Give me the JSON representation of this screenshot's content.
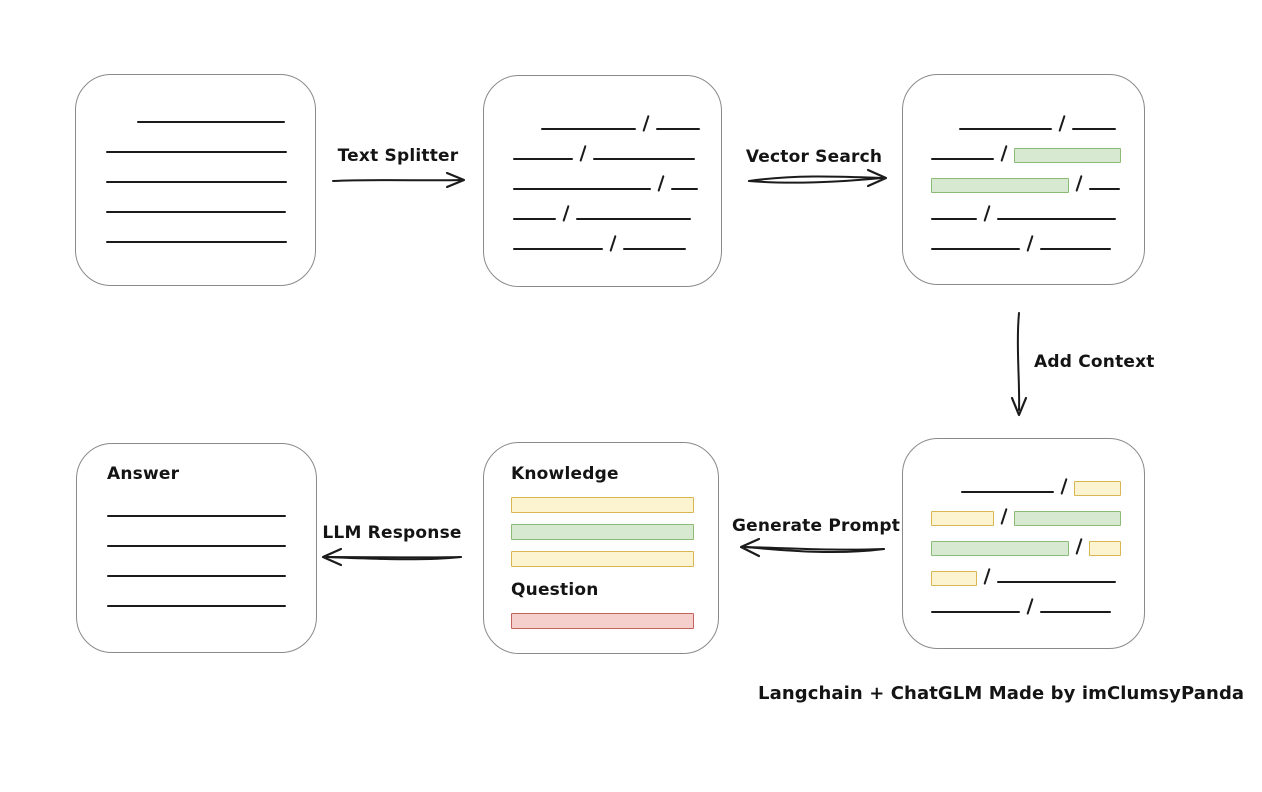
{
  "colors": {
    "box_border": "#8a8a8a",
    "line": "#1b1b1b",
    "green_fill": "#d8e9d2",
    "green_border": "#8cba77",
    "yellow_fill": "#fcf3d1",
    "yellow_border": "#d8b655",
    "red_fill": "#f5cfcb",
    "red_border": "#c2635e"
  },
  "labels": {
    "text_splitter": "Text Splitter",
    "vector_search": "Vector Search",
    "add_context": "Add Context",
    "generate_prompt": "Generate Prompt",
    "llm_response": "LLM Response",
    "knowledge": "Knowledge",
    "question": "Question",
    "answer": "Answer",
    "caption": "Langchain + ChatGLM Made by imClumsyPanda"
  },
  "boxes": {
    "document": {
      "rows": [
        {
          "indent": 31,
          "segs": [
            {
              "t": "line",
              "w": 148
            }
          ]
        },
        {
          "segs": [
            {
              "t": "line",
              "w": 181
            }
          ]
        },
        {
          "segs": [
            {
              "t": "line",
              "w": 181
            }
          ]
        },
        {
          "segs": [
            {
              "t": "line",
              "w": 180
            }
          ]
        },
        {
          "segs": [
            {
              "t": "line",
              "w": 181
            }
          ]
        }
      ]
    },
    "chunks": {
      "rows": [
        {
          "indent": 28,
          "segs": [
            {
              "t": "line",
              "w": 95
            },
            {
              "t": "slash"
            },
            {
              "t": "line",
              "w": 44
            }
          ]
        },
        {
          "segs": [
            {
              "t": "line",
              "w": 60
            },
            {
              "t": "slash"
            },
            {
              "t": "line",
              "w": 102
            }
          ]
        },
        {
          "segs": [
            {
              "t": "line",
              "w": 138
            },
            {
              "t": "slash"
            },
            {
              "t": "line",
              "w": 27
            }
          ]
        },
        {
          "segs": [
            {
              "t": "line",
              "w": 43
            },
            {
              "t": "slash"
            },
            {
              "t": "line",
              "w": 115
            }
          ]
        },
        {
          "segs": [
            {
              "t": "line",
              "w": 90
            },
            {
              "t": "slash"
            },
            {
              "t": "line",
              "w": 63
            }
          ]
        }
      ]
    },
    "retrieved": {
      "rows": [
        {
          "indent": 28,
          "segs": [
            {
              "t": "line",
              "w": 93
            },
            {
              "t": "slash"
            },
            {
              "t": "line",
              "w": 44
            }
          ]
        },
        {
          "segs": [
            {
              "t": "line",
              "w": 63
            },
            {
              "t": "slash"
            },
            {
              "t": "bar",
              "c": "green",
              "w": 107
            }
          ]
        },
        {
          "segs": [
            {
              "t": "bar",
              "c": "green",
              "w": 138
            },
            {
              "t": "slash"
            },
            {
              "t": "line",
              "w": 31
            }
          ]
        },
        {
          "segs": [
            {
              "t": "line",
              "w": 46
            },
            {
              "t": "slash"
            },
            {
              "t": "line",
              "w": 119
            }
          ]
        },
        {
          "segs": [
            {
              "t": "line",
              "w": 89
            },
            {
              "t": "slash"
            },
            {
              "t": "line",
              "w": 71
            }
          ]
        }
      ]
    },
    "context": {
      "rows": [
        {
          "indent": 30,
          "segs": [
            {
              "t": "line",
              "w": 93
            },
            {
              "t": "slash"
            },
            {
              "t": "bar",
              "c": "yellow",
              "w": 47
            }
          ]
        },
        {
          "segs": [
            {
              "t": "bar",
              "c": "yellow",
              "w": 63
            },
            {
              "t": "slash"
            },
            {
              "t": "bar",
              "c": "green",
              "w": 107
            }
          ]
        },
        {
          "segs": [
            {
              "t": "bar",
              "c": "green",
              "w": 138
            },
            {
              "t": "slash"
            },
            {
              "t": "bar",
              "c": "yellow",
              "w": 32
            }
          ]
        },
        {
          "segs": [
            {
              "t": "bar",
              "c": "yellow",
              "w": 46
            },
            {
              "t": "slash"
            },
            {
              "t": "line",
              "w": 119
            }
          ]
        },
        {
          "segs": [
            {
              "t": "line",
              "w": 89
            },
            {
              "t": "slash"
            },
            {
              "t": "line",
              "w": 71
            }
          ]
        }
      ]
    },
    "prompt": {
      "knowledge_bars": [
        {
          "c": "yellow"
        },
        {
          "c": "green"
        },
        {
          "c": "yellow"
        }
      ],
      "question_bars": [
        {
          "c": "red"
        }
      ]
    },
    "answer": {
      "rows": [
        {
          "segs": [
            {
              "t": "line",
              "w": 179
            }
          ]
        },
        {
          "segs": [
            {
              "t": "line",
              "w": 179
            }
          ]
        },
        {
          "segs": [
            {
              "t": "line",
              "w": 179
            }
          ]
        },
        {
          "segs": [
            {
              "t": "line",
              "w": 179
            }
          ]
        }
      ]
    }
  }
}
